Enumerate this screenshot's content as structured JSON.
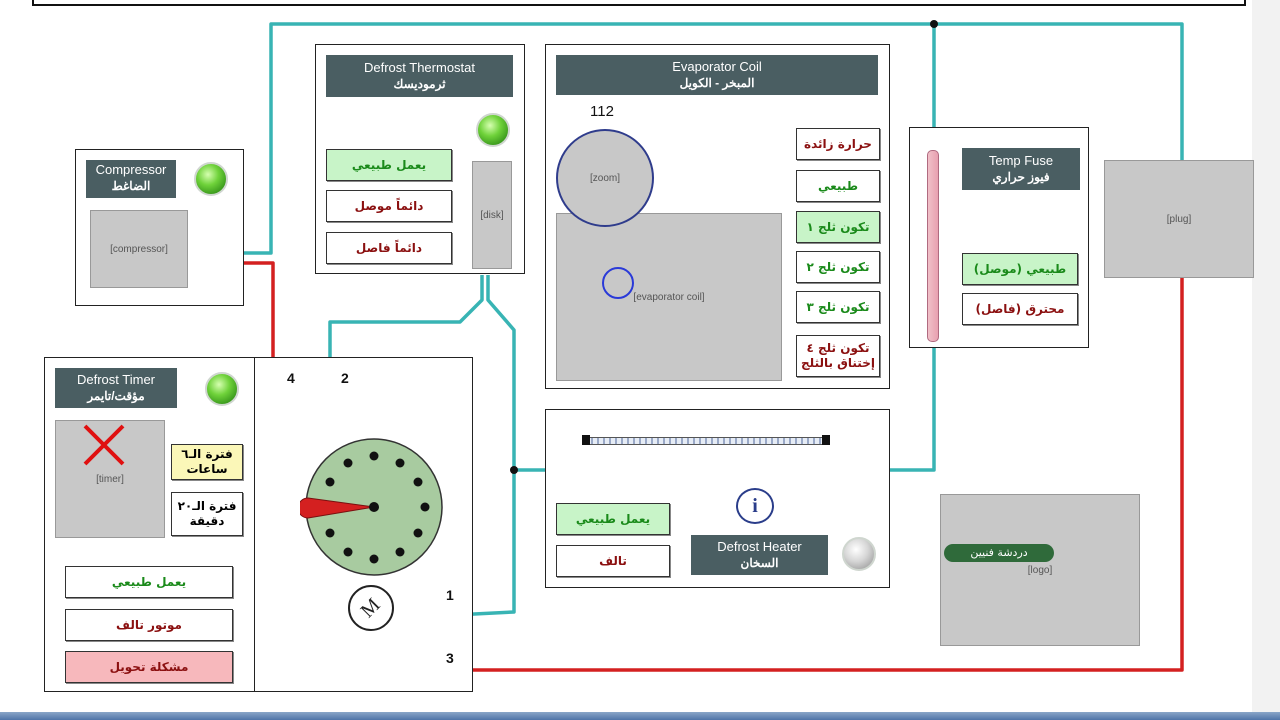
{
  "compressor": {
    "title_en": "Compressor",
    "title_ar": "الضاغط"
  },
  "thermostat": {
    "title_en": "Defrost Thermostat",
    "title_ar": "ثرموديسك",
    "btn_normal": "يعمل طبيعي",
    "btn_always_on": "دائماً موصل",
    "btn_always_off": "دائماً فاصل"
  },
  "evaporator": {
    "title_en": "Evaporator Coil",
    "title_ar": "المبخر - الكويل",
    "zoom_label": "112",
    "btn_overheat": "حرارة زائدة",
    "btn_normal": "طبيعي",
    "btn_ice1": "تكون ثلج ١",
    "btn_ice2": "تكون ثلج ٢",
    "btn_ice3": "تكون ثلج ٣",
    "btn_ice4_l1": "تكون ثلج ٤",
    "btn_ice4_l2": "إختناق بالثلج"
  },
  "fuse": {
    "title_en": "Temp Fuse",
    "title_ar": "فيوز حراري",
    "btn_normal": "(طبيعي (موصل",
    "btn_burnt": "(محترق (فاصل"
  },
  "timer": {
    "title_en": "Defrost Timer",
    "title_ar": "مؤقت/تايمر",
    "period_6_l1": "فترة الـ٦",
    "period_6_l2": "ساعات",
    "period_20_l1": "فترة الـ٢٠",
    "period_20_l2": "دقيقة",
    "btn_normal": "يعمل طبيعي",
    "btn_motor_fail": "موتور تالف",
    "btn_switch_problem": "مشكلة تحويل",
    "terminal_1": "1",
    "terminal_2": "2",
    "terminal_3": "3",
    "terminal_4": "4",
    "motor_label": "M"
  },
  "heater": {
    "title_en": "Defrost Heater",
    "title_ar": "السخان",
    "btn_normal": "يعمل طبيعي",
    "btn_damaged": "تالف",
    "info_glyph": "i"
  },
  "logo": {
    "text": "دردشة فنيين"
  },
  "colors": {
    "live_wire": "#d42020",
    "neutral_wire": "#38b4b4",
    "ground_wire": "#2f3c8c",
    "header_bg": "#4a5e62",
    "led_on": "#4fc11e",
    "btn_active_green": "#c8f4c8",
    "btn_pink": "#f7b8bc"
  }
}
